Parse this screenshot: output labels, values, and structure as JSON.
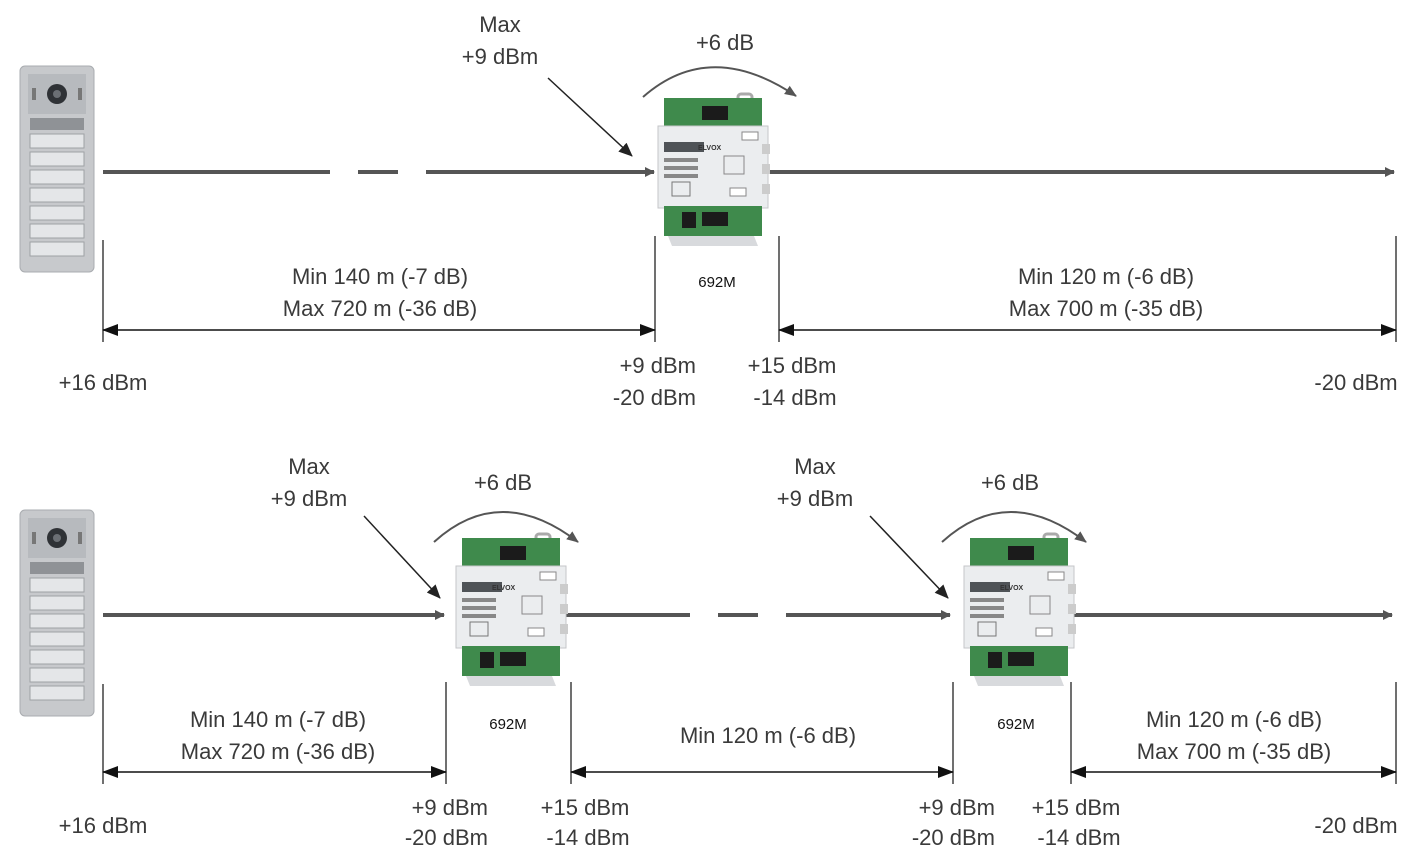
{
  "colors": {
    "signal_line": "#555555",
    "text": "#3a3a3a",
    "panel_body": "#c7c9cc",
    "module_body": "#ebedef",
    "pcb_green": "#3f8a4c"
  },
  "top": {
    "source_level": "+16 dBm",
    "amp_max_label_1": "Max",
    "amp_max_label_2": "+9 dBm",
    "amp_gain": "+6 dB",
    "amp_model": "692M",
    "seg1_min": "Min 140 m (-7 dB)",
    "seg1_max": "Max 720 m (-36 dB)",
    "seg2_min": "Min 120 m (-6 dB)",
    "seg2_max": "Max 700 m (-35 dB)",
    "amp_in_max": "+9 dBm",
    "amp_in_min": "-20 dBm",
    "amp_out_max": "+15 dBm",
    "amp_out_min": "-14 dBm",
    "end_level": "-20 dBm"
  },
  "bottom": {
    "source_level": "+16 dBm",
    "amp1_max_label_1": "Max",
    "amp1_max_label_2": "+9 dBm",
    "amp1_gain": "+6 dB",
    "amp1_model": "692M",
    "amp2_max_label_1": "Max",
    "amp2_max_label_2": "+9 dBm",
    "amp2_gain": "+6 dB",
    "amp2_model": "692M",
    "seg1_min": "Min 140 m (-7 dB)",
    "seg1_max": "Max 720 m (-36 dB)",
    "seg2_min": "Min 120 m (-6 dB)",
    "seg3_min": "Min 120 m (-6 dB)",
    "seg3_max": "Max 700 m (-35 dB)",
    "amp1_in_max": "+9 dBm",
    "amp1_in_min": "-20 dBm",
    "amp1_out_max": "+15 dBm",
    "amp1_out_min": "-14 dBm",
    "amp2_in_max": "+9 dBm",
    "amp2_in_min": "-20 dBm",
    "amp2_out_max": "+15 dBm",
    "amp2_out_min": "-14 dBm",
    "end_level": "-20 dBm"
  },
  "module_brand": "ELVOX"
}
